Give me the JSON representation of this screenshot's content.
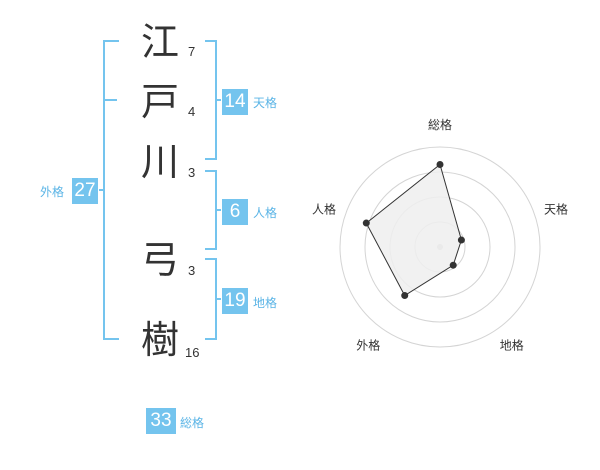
{
  "name": {
    "characters": [
      {
        "char": "江",
        "strokes": "7"
      },
      {
        "char": "戸",
        "strokes": "4"
      },
      {
        "char": "川",
        "strokes": "3"
      },
      {
        "char": "弓",
        "strokes": "3"
      },
      {
        "char": "樹",
        "strokes": "16"
      }
    ]
  },
  "fortunes": {
    "tenkaku": {
      "value": "14",
      "label": "天格"
    },
    "jinkaku": {
      "value": "6",
      "label": "人格"
    },
    "chikaku": {
      "value": "19",
      "label": "地格"
    },
    "gaikaku": {
      "value": "27",
      "label": "外格"
    },
    "soukaku": {
      "value": "33",
      "label": "総格"
    }
  },
  "chart_data": {
    "type": "radar",
    "axes": [
      "総格",
      "天格",
      "地格",
      "外格",
      "人格"
    ],
    "rings": 4,
    "max": 4,
    "values": [
      3.3,
      0.9,
      0.9,
      2.4,
      3.1
    ],
    "colors": {
      "fill": "#eeeeee",
      "stroke": "#333333",
      "grid": "#d4d4d4"
    }
  },
  "colors": {
    "accent": "#74c4ee",
    "accent_text": "#5ab4e6"
  }
}
